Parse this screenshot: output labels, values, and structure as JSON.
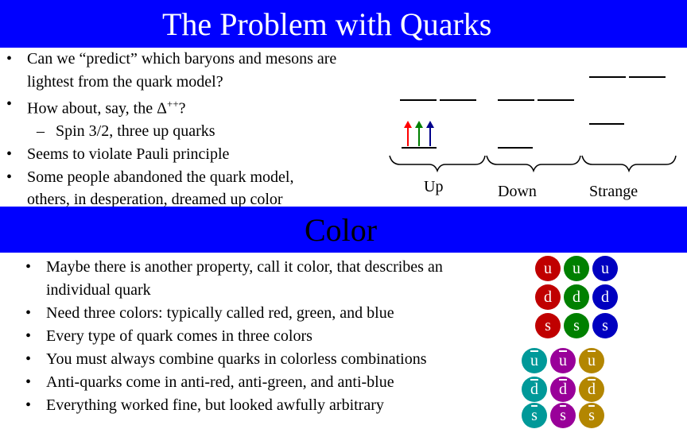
{
  "slide": {
    "title": "The Problem with Quarks",
    "bullets": [
      {
        "text": "Can we “predict” which baryons and mesons are",
        "kind": "bullet"
      },
      {
        "text": "lightest from the quark model?",
        "kind": "cont"
      },
      {
        "text": "How about, say, the Δ++?",
        "kind": "bullet"
      },
      {
        "text": "Spin 3/2, three up quarks",
        "kind": "sub"
      },
      {
        "text": "Seems to violate Pauli principle",
        "kind": "bullet"
      },
      {
        "text": "Some people abandoned the quark model,",
        "kind": "bullet"
      },
      {
        "text": "others, in desperation, dreamed up color",
        "kind": "cont"
      }
    ],
    "diagram_labels": {
      "up": "Up",
      "down": "Down",
      "strange": "Strange"
    },
    "section_title": "Color",
    "color_bullets": [
      {
        "text": "Maybe there is another property, call it color, that describes an",
        "kind": "bullet"
      },
      {
        "text": "individual quark",
        "kind": "cont"
      },
      {
        "text": "Need three colors: typically called red, green, and blue",
        "kind": "bullet"
      },
      {
        "text": "Every type of quark comes in three colors",
        "kind": "bullet"
      },
      {
        "text": "You must always combine quarks in colorless combinations",
        "kind": "bullet"
      },
      {
        "text": "Anti-quarks come in anti-red, anti-green, and anti-blue",
        "kind": "bullet"
      },
      {
        "text": "Everything worked fine, but looked awfully arbitrary",
        "kind": "bullet"
      }
    ],
    "quarks": [
      "u",
      "u",
      "u",
      "d",
      "d",
      "d",
      "s",
      "s",
      "s"
    ],
    "antiquarks": [
      "u",
      "u",
      "u",
      "d",
      "d",
      "d",
      "s",
      "s",
      "s"
    ],
    "quark_colors": [
      "#c00000",
      "#008000",
      "#0000c0"
    ],
    "antiquark_colors": [
      "#009999",
      "#990099",
      "#b38600"
    ],
    "arrow_colors": [
      "#ff0000",
      "#008000",
      "#00008b"
    ],
    "banner_color": "#0000ff"
  }
}
